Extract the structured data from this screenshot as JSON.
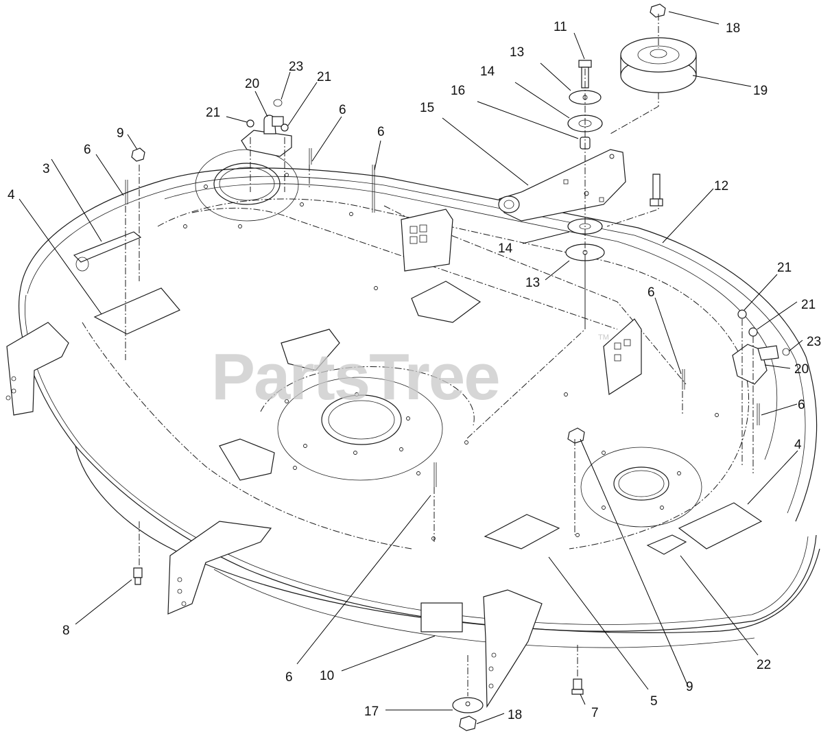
{
  "watermark": {
    "text": "PartsTree",
    "mark": "TM"
  },
  "callouts": [
    {
      "id": "c1",
      "label": "18"
    },
    {
      "id": "c2",
      "label": "11"
    },
    {
      "id": "c3",
      "label": "13"
    },
    {
      "id": "c4",
      "label": "19"
    },
    {
      "id": "c5",
      "label": "14"
    },
    {
      "id": "c6",
      "label": "16"
    },
    {
      "id": "c7",
      "label": "15"
    },
    {
      "id": "c8",
      "label": "23"
    },
    {
      "id": "c9",
      "label": "20"
    },
    {
      "id": "c10",
      "label": "21"
    },
    {
      "id": "c11",
      "label": "21"
    },
    {
      "id": "c12",
      "label": "6"
    },
    {
      "id": "c13",
      "label": "9"
    },
    {
      "id": "c14",
      "label": "6"
    },
    {
      "id": "c15",
      "label": "6"
    },
    {
      "id": "c16",
      "label": "3"
    },
    {
      "id": "c17",
      "label": "4"
    },
    {
      "id": "c18",
      "label": "12"
    },
    {
      "id": "c19",
      "label": "14"
    },
    {
      "id": "c20",
      "label": "13"
    },
    {
      "id": "c21",
      "label": "21"
    },
    {
      "id": "c22",
      "label": "21"
    },
    {
      "id": "c23",
      "label": "6"
    },
    {
      "id": "c24",
      "label": "23"
    },
    {
      "id": "c25",
      "label": "20"
    },
    {
      "id": "c26",
      "label": "6"
    },
    {
      "id": "c27",
      "label": "4"
    },
    {
      "id": "c28",
      "label": "8"
    },
    {
      "id": "c29",
      "label": "22"
    },
    {
      "id": "c30",
      "label": "6"
    },
    {
      "id": "c31",
      "label": "9"
    },
    {
      "id": "c32",
      "label": "5"
    },
    {
      "id": "c33",
      "label": "10"
    },
    {
      "id": "c34",
      "label": "7"
    },
    {
      "id": "c35",
      "label": "17"
    },
    {
      "id": "c36",
      "label": "18"
    }
  ]
}
